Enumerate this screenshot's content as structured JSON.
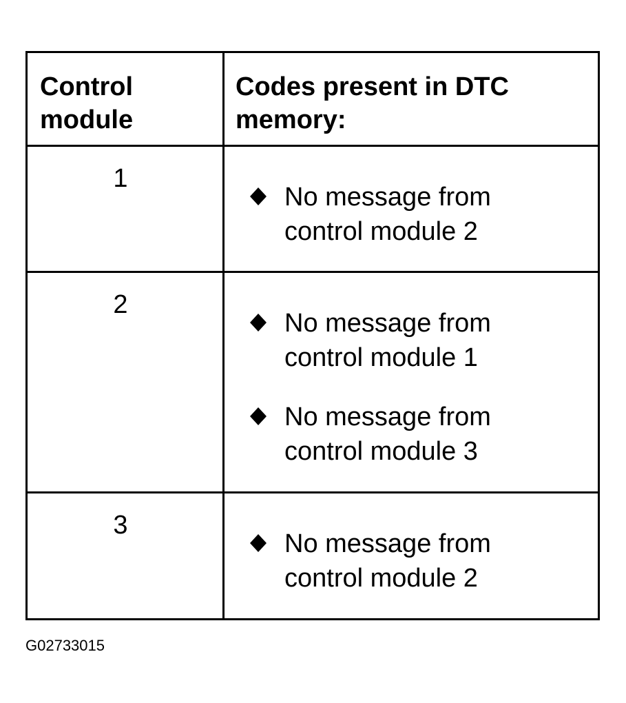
{
  "table": {
    "headers": {
      "module": [
        "Control",
        "module"
      ],
      "codes": [
        "Codes present in DTC",
        "memory:"
      ]
    },
    "rows": [
      {
        "module": "1",
        "codes": [
          [
            "No message from",
            "control module 2"
          ]
        ]
      },
      {
        "module": "2",
        "codes": [
          [
            "No message from",
            "control module 1"
          ],
          [
            "No message from",
            "control module 3"
          ]
        ]
      },
      {
        "module": "3",
        "codes": [
          [
            "No message from",
            "control module 2"
          ]
        ]
      }
    ],
    "bullet_icon": "diamond-bullet-icon"
  },
  "figure_id": "G02733015"
}
